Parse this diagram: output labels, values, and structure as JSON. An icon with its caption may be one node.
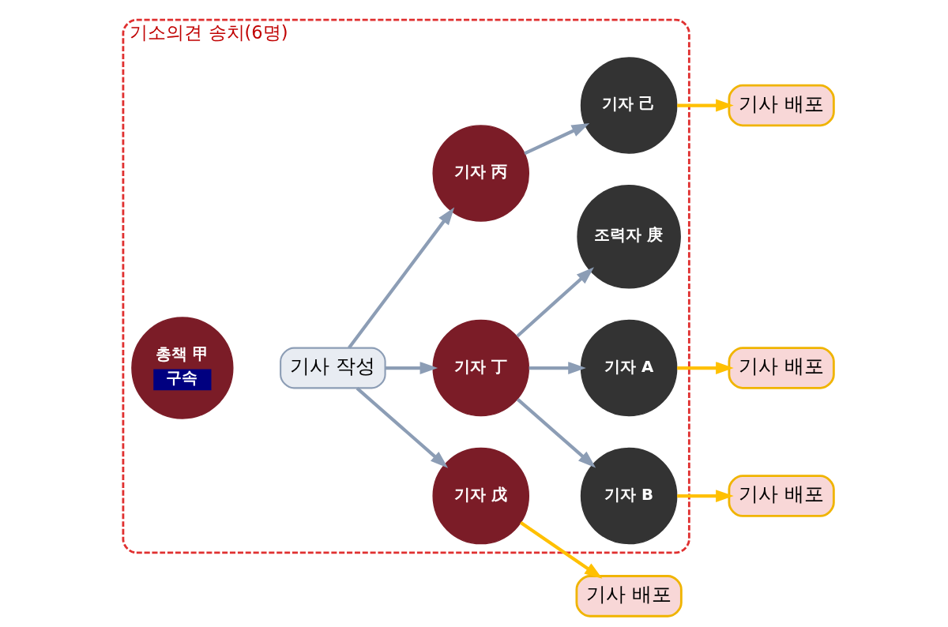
{
  "diagram": {
    "nodes": [
      {
        "text": [
          "기소의견 송치(6명)"
        ]
      },
      {
        "text": [
          "총책 甲",
          "구속"
        ],
        "in": 0
      },
      {
        "text": [
          "기사 작성"
        ],
        "in": 0
      },
      {
        "text": [
          "기자 丙"
        ],
        "in": 0
      },
      {
        "text": [
          "기자 己"
        ],
        "in": 0
      },
      {
        "text": [
          "기사 배포"
        ]
      },
      {
        "text": [
          "조력자 庚"
        ],
        "in": 0
      },
      {
        "text": [
          "기자 丁"
        ],
        "in": 0
      },
      {
        "text": [
          "기자 A"
        ],
        "in": 0
      },
      {
        "text": [
          "기사 배포"
        ]
      },
      {
        "text": [
          "기자 B"
        ],
        "in": 0
      },
      {
        "text": [
          "기사 배포"
        ]
      },
      {
        "text": [
          "기자 戊"
        ],
        "in": 0
      },
      {
        "text": [
          "기사 배포"
        ]
      }
    ],
    "edges": [
      {
        "from": 2,
        "to": 3,
        "arrow": "to"
      },
      {
        "from": 2,
        "to": 7,
        "arrow": "to"
      },
      {
        "from": 2,
        "to": 12,
        "arrow": "to"
      },
      {
        "from": 3,
        "to": 4,
        "arrow": "to"
      },
      {
        "from": 7,
        "to": 6,
        "arrow": "to"
      },
      {
        "from": 7,
        "to": 8,
        "arrow": "to"
      },
      {
        "from": 7,
        "to": 10,
        "arrow": "to"
      },
      {
        "from": 4,
        "to": 5,
        "arrow": "to",
        "color": "#ffc000"
      },
      {
        "from": 8,
        "to": 9,
        "arrow": "to",
        "color": "#ffc000"
      },
      {
        "from": 10,
        "to": 11,
        "arrow": "to",
        "color": "#ffc000"
      },
      {
        "from": 12,
        "to": 13,
        "arrow": "to",
        "color": "#ffc000"
      }
    ]
  }
}
